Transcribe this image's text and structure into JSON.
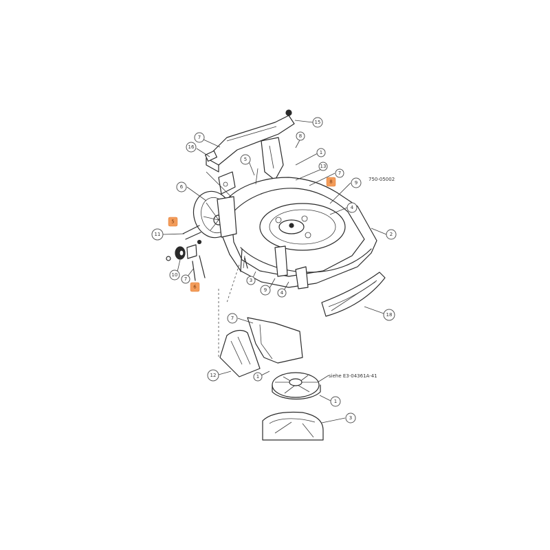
{
  "diagram": {
    "part_code": "750-05002",
    "ref_note": "siehe E3-04361A-41",
    "accent_color": "#f39c5a"
  },
  "callouts": [
    {
      "id": "c15",
      "label": "15"
    },
    {
      "id": "c7a",
      "label": "7"
    },
    {
      "id": "c16",
      "label": "16"
    },
    {
      "id": "c8a",
      "label": "8"
    },
    {
      "id": "c1a",
      "label": "1"
    },
    {
      "id": "c5",
      "label": "5"
    },
    {
      "id": "c13",
      "label": "13"
    },
    {
      "id": "c7b",
      "label": "7"
    },
    {
      "id": "c6",
      "label": "6"
    },
    {
      "id": "c9a",
      "label": "9"
    },
    {
      "id": "c4",
      "label": "4"
    },
    {
      "id": "c11",
      "label": "11"
    },
    {
      "id": "c2",
      "label": "2"
    },
    {
      "id": "c10",
      "label": "10"
    },
    {
      "id": "c7c",
      "label": "7"
    },
    {
      "id": "c3",
      "label": "3"
    },
    {
      "id": "c9b",
      "label": "9"
    },
    {
      "id": "c4b",
      "label": "4"
    },
    {
      "id": "c18",
      "label": "18"
    },
    {
      "id": "c7d",
      "label": "7"
    },
    {
      "id": "c12",
      "label": "12"
    },
    {
      "id": "c1b",
      "label": "1"
    },
    {
      "id": "c1c",
      "label": "1"
    },
    {
      "id": "c3b",
      "label": "3"
    }
  ],
  "highlights": [
    {
      "id": "h1",
      "label": "8"
    },
    {
      "id": "h2",
      "label": "5"
    },
    {
      "id": "h3",
      "label": "6"
    }
  ]
}
